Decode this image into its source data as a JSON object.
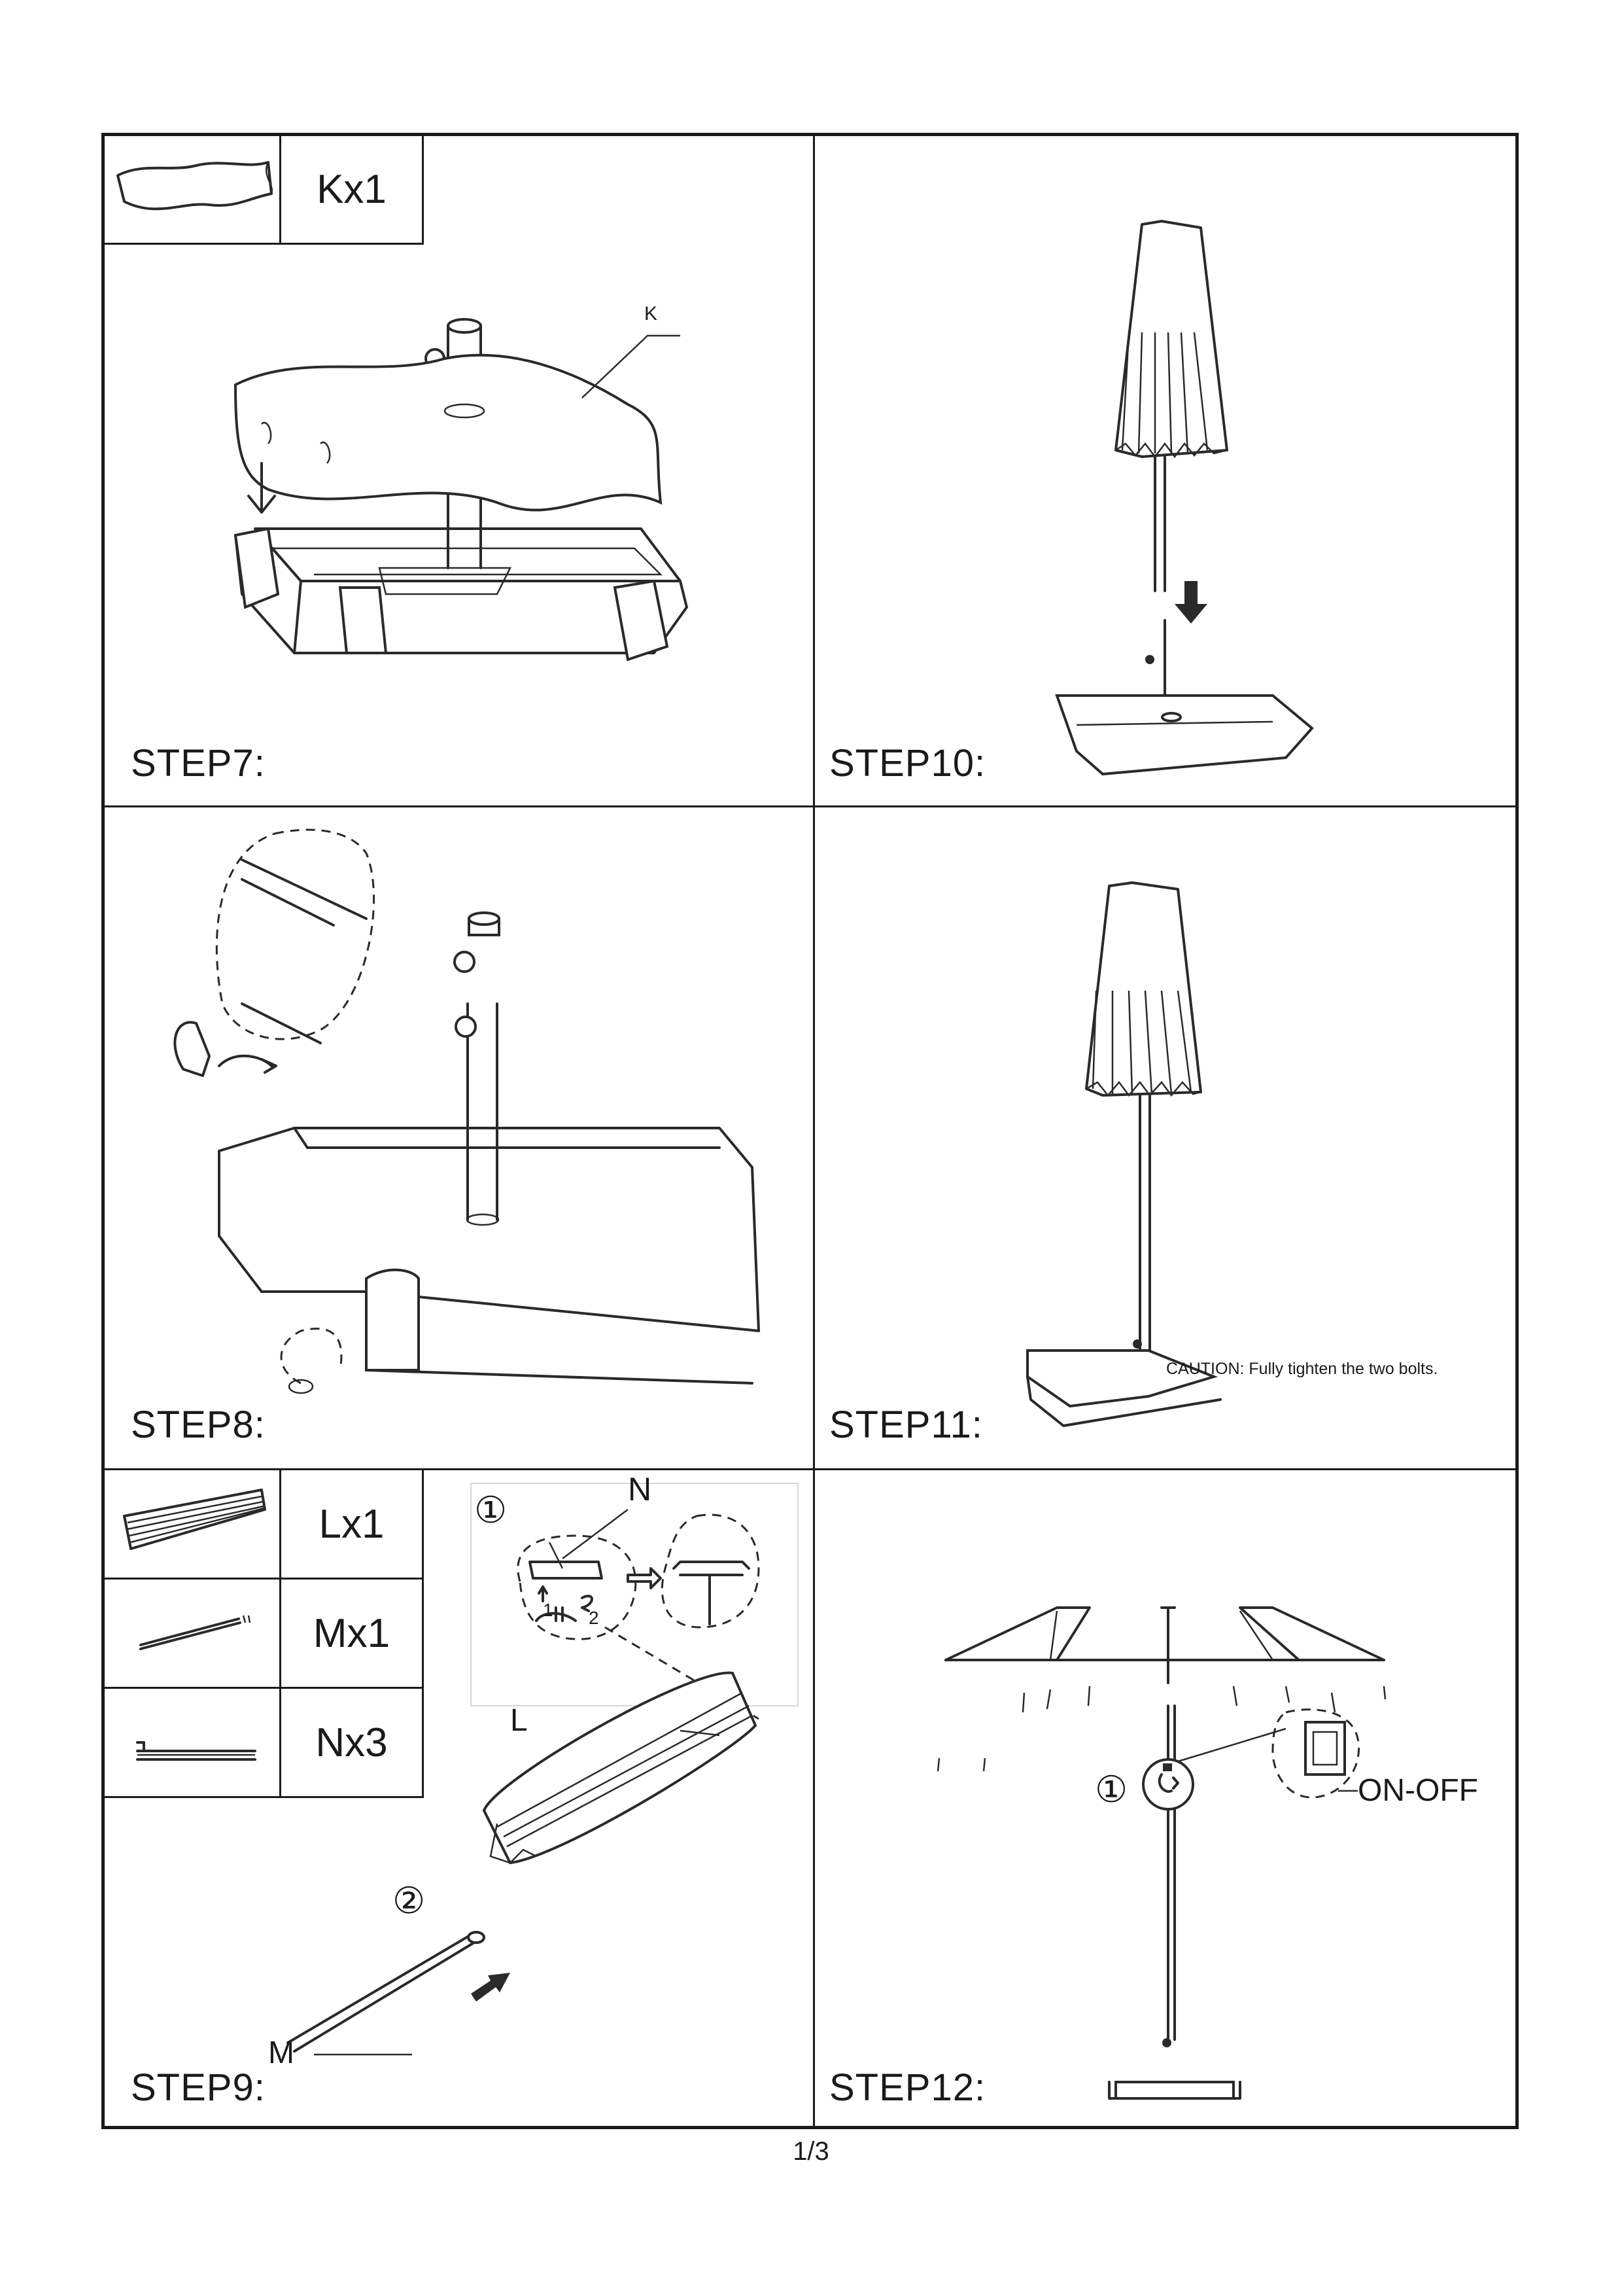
{
  "cells": {
    "step7": {
      "label": "STEP7:",
      "parts": [
        {
          "icon": "base-cover-icon",
          "label": "Kx1"
        }
      ],
      "callouts": {
        "k": "K"
      }
    },
    "step10": {
      "label": "STEP10:"
    },
    "step8": {
      "label": "STEP8:"
    },
    "step11": {
      "label": "STEP11:",
      "caution": "CAUTION: Fully tighten the two bolts."
    },
    "step9": {
      "label": "STEP9:",
      "parts": [
        {
          "icon": "umbrella-canopy-icon",
          "label": "Lx1"
        },
        {
          "icon": "pole-icon",
          "label": "Mx1"
        },
        {
          "icon": "rib-clip-icon",
          "label": "Nx3"
        }
      ],
      "callouts": {
        "n": "N",
        "l": "L",
        "m": "M",
        "one": "①",
        "two": "②",
        "sub_one": "1",
        "sub_two": "2"
      }
    },
    "step12": {
      "label": "STEP12:",
      "callouts": {
        "one": "①",
        "switch": "ON-OFF"
      }
    }
  },
  "page_number": "1/3"
}
